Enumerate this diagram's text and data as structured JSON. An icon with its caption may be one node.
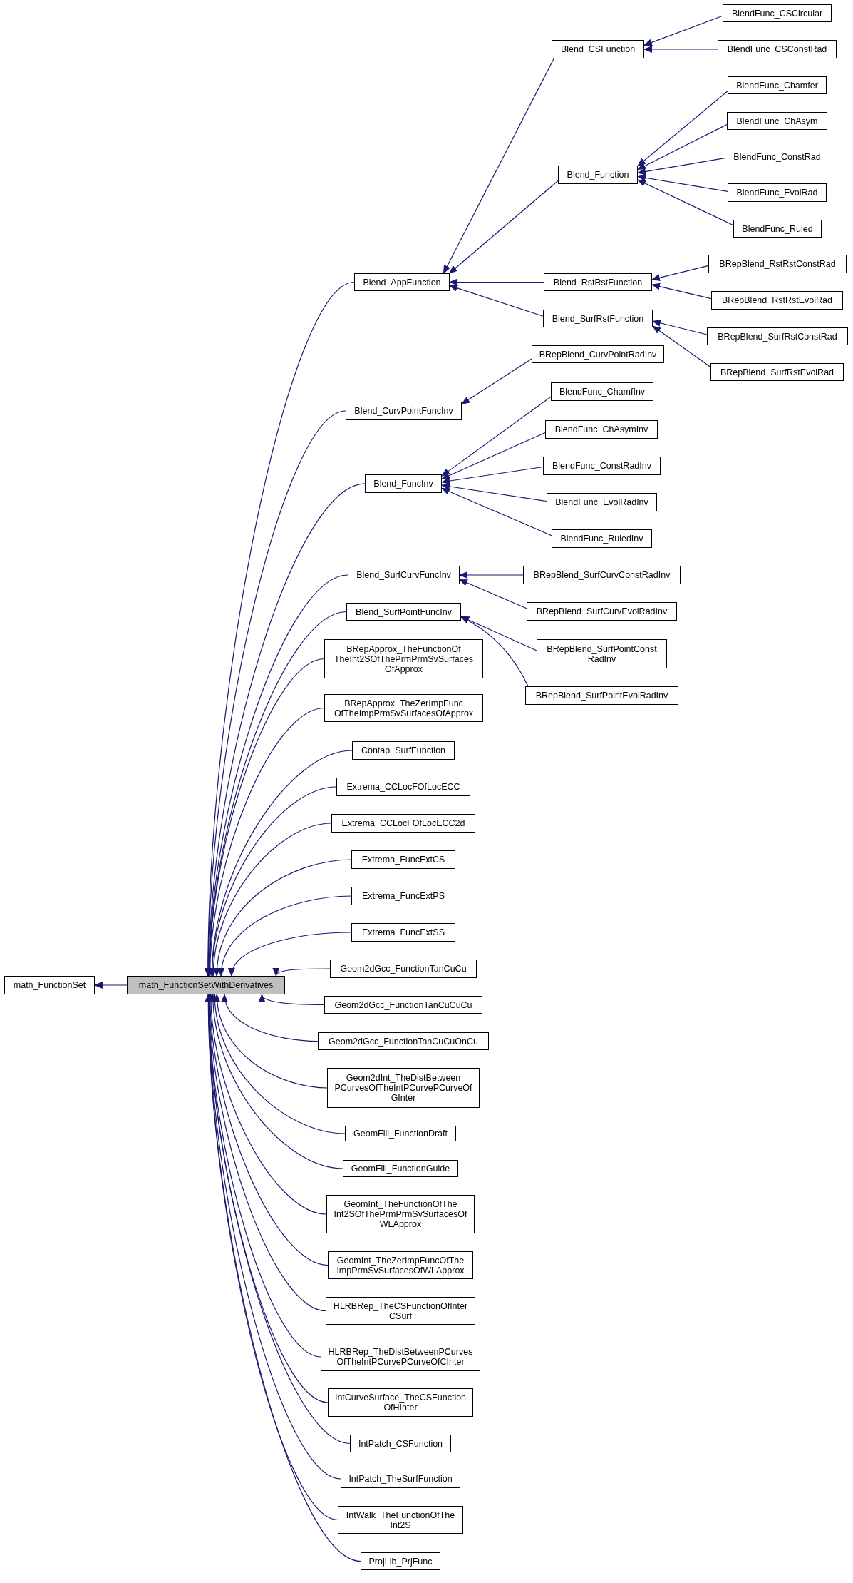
{
  "diagram": {
    "nodes": [
      {
        "text": [
          "math_FunctionSet"
        ]
      },
      {
        "text": [
          "math_FunctionSetWithDerivatives"
        ]
      },
      {
        "text": [
          "Blend_AppFunction"
        ]
      },
      {
        "text": [
          "Blend_CurvPointFuncInv"
        ]
      },
      {
        "text": [
          "Blend_FuncInv"
        ]
      },
      {
        "text": [
          "Blend_SurfCurvFuncInv"
        ]
      },
      {
        "text": [
          "Blend_SurfPointFuncInv"
        ]
      },
      {
        "text": [
          "BRepApprox_TheFunctionOf TheInt2SOfThePrmPrmSvSurfaces OfApprox"
        ]
      },
      {
        "text": [
          "BRepApprox_TheZerImpFunc OfTheImpPrmSvSurfacesOfApprox"
        ]
      },
      {
        "text": [
          "Contap_SurfFunction"
        ]
      },
      {
        "text": [
          "Extrema_CCLocFOfLocECC"
        ]
      },
      {
        "text": [
          "Extrema_CCLocFOfLocECC2d"
        ]
      },
      {
        "text": [
          "Extrema_FuncExtCS"
        ]
      },
      {
        "text": [
          "Extrema_FuncExtPS"
        ]
      },
      {
        "text": [
          "Extrema_FuncExtSS"
        ]
      },
      {
        "text": [
          "Geom2dGcc_FunctionTanCuCu"
        ]
      },
      {
        "text": [
          "Geom2dGcc_FunctionTanCuCuCu"
        ]
      },
      {
        "text": [
          "Geom2dGcc_FunctionTanCuCuOnCu"
        ]
      },
      {
        "text": [
          "Geom2dInt_TheDistBetween PCurvesOfTheIntPCurvePCurveOf GInter"
        ]
      },
      {
        "text": [
          "GeomFill_FunctionDraft"
        ]
      },
      {
        "text": [
          "GeomFill_FunctionGuide"
        ]
      },
      {
        "text": [
          "GeomInt_TheFunctionOfThe Int2SOfThePrmPrmSvSurfacesOf WLApprox"
        ]
      },
      {
        "text": [
          "GeomInt_TheZerImpFuncOfThe ImpPrmSvSurfacesOfWLApprox"
        ]
      },
      {
        "text": [
          "HLRBRep_TheCSFunctionOfInter CSurf"
        ]
      },
      {
        "text": [
          "HLRBRep_TheDistBetweenPCurves OfTheIntPCurvePCurveOfCInter"
        ]
      },
      {
        "text": [
          "IntCurveSurface_TheCSFunction OfHInter"
        ]
      },
      {
        "text": [
          "IntPatch_CSFunction"
        ]
      },
      {
        "text": [
          "IntPatch_TheSurfFunction"
        ]
      },
      {
        "text": [
          "IntWalk_TheFunctionOfThe Int2S"
        ]
      },
      {
        "text": [
          "ProjLib_PrjFunc"
        ]
      },
      {
        "text": [
          "Blend_CSFunction"
        ]
      },
      {
        "text": [
          "Blend_Function"
        ]
      },
      {
        "text": [
          "Blend_RstRstFunction"
        ]
      },
      {
        "text": [
          "Blend_SurfRstFunction"
        ]
      },
      {
        "text": [
          "BlendFunc_CSCircular"
        ]
      },
      {
        "text": [
          "BlendFunc_CSConstRad"
        ]
      },
      {
        "text": [
          "BlendFunc_Chamfer"
        ]
      },
      {
        "text": [
          "BlendFunc_ChAsym"
        ]
      },
      {
        "text": [
          "BlendFunc_ConstRad"
        ]
      },
      {
        "text": [
          "BlendFunc_EvolRad"
        ]
      },
      {
        "text": [
          "BlendFunc_Ruled"
        ]
      },
      {
        "text": [
          "BRepBlend_RstRstConstRad"
        ]
      },
      {
        "text": [
          "BRepBlend_RstRstEvolRad"
        ]
      },
      {
        "text": [
          "BRepBlend_SurfRstConstRad"
        ]
      },
      {
        "text": [
          "BRepBlend_SurfRstEvolRad"
        ]
      },
      {
        "text": [
          "BRepBlend_CurvPointRadInv"
        ]
      },
      {
        "text": [
          "BlendFunc_ChamfInv"
        ]
      },
      {
        "text": [
          "BlendFunc_ChAsymInv"
        ]
      },
      {
        "text": [
          "BlendFunc_ConstRadInv"
        ]
      },
      {
        "text": [
          "BlendFunc_EvolRadInv"
        ]
      },
      {
        "text": [
          "BlendFunc_RuledInv"
        ]
      },
      {
        "text": [
          "BRepBlend_SurfCurvConstRadInv"
        ]
      },
      {
        "text": [
          "BRepBlend_SurfCurvEvolRadInv"
        ]
      },
      {
        "text": [
          "BRepBlend_SurfPointConst RadInv"
        ]
      },
      {
        "text": [
          "BRepBlend_SurfPointEvolRadInv"
        ]
      }
    ],
    "edges": [
      {
        "from": 1,
        "to": 0,
        "arrow": "to"
      },
      {
        "from": 2,
        "to": 1,
        "arrow": "to"
      },
      {
        "from": 3,
        "to": 1,
        "arrow": "to"
      },
      {
        "from": 4,
        "to": 1,
        "arrow": "to"
      },
      {
        "from": 5,
        "to": 1,
        "arrow": "to"
      },
      {
        "from": 6,
        "to": 1,
        "arrow": "to"
      },
      {
        "from": 7,
        "to": 1,
        "arrow": "to"
      },
      {
        "from": 8,
        "to": 1,
        "arrow": "to"
      },
      {
        "from": 9,
        "to": 1,
        "arrow": "to"
      },
      {
        "from": 10,
        "to": 1,
        "arrow": "to"
      },
      {
        "from": 11,
        "to": 1,
        "arrow": "to"
      },
      {
        "from": 12,
        "to": 1,
        "arrow": "to"
      },
      {
        "from": 13,
        "to": 1,
        "arrow": "to"
      },
      {
        "from": 14,
        "to": 1,
        "arrow": "to"
      },
      {
        "from": 15,
        "to": 1,
        "arrow": "to"
      },
      {
        "from": 16,
        "to": 1,
        "arrow": "to"
      },
      {
        "from": 17,
        "to": 1,
        "arrow": "to"
      },
      {
        "from": 18,
        "to": 1,
        "arrow": "to"
      },
      {
        "from": 19,
        "to": 1,
        "arrow": "to"
      },
      {
        "from": 20,
        "to": 1,
        "arrow": "to"
      },
      {
        "from": 21,
        "to": 1,
        "arrow": "to"
      },
      {
        "from": 22,
        "to": 1,
        "arrow": "to"
      },
      {
        "from": 23,
        "to": 1,
        "arrow": "to"
      },
      {
        "from": 24,
        "to": 1,
        "arrow": "to"
      },
      {
        "from": 25,
        "to": 1,
        "arrow": "to"
      },
      {
        "from": 26,
        "to": 1,
        "arrow": "to"
      },
      {
        "from": 27,
        "to": 1,
        "arrow": "to"
      },
      {
        "from": 28,
        "to": 1,
        "arrow": "to"
      },
      {
        "from": 29,
        "to": 1,
        "arrow": "to"
      },
      {
        "from": 30,
        "to": 2,
        "arrow": "to"
      },
      {
        "from": 31,
        "to": 2,
        "arrow": "to"
      },
      {
        "from": 32,
        "to": 2,
        "arrow": "to"
      },
      {
        "from": 33,
        "to": 2,
        "arrow": "to"
      },
      {
        "from": 34,
        "to": 30,
        "arrow": "to"
      },
      {
        "from": 35,
        "to": 30,
        "arrow": "to"
      },
      {
        "from": 36,
        "to": 31,
        "arrow": "to"
      },
      {
        "from": 37,
        "to": 31,
        "arrow": "to"
      },
      {
        "from": 38,
        "to": 31,
        "arrow": "to"
      },
      {
        "from": 39,
        "to": 31,
        "arrow": "to"
      },
      {
        "from": 40,
        "to": 31,
        "arrow": "to"
      },
      {
        "from": 41,
        "to": 32,
        "arrow": "to"
      },
      {
        "from": 42,
        "to": 32,
        "arrow": "to"
      },
      {
        "from": 43,
        "to": 33,
        "arrow": "to"
      },
      {
        "from": 44,
        "to": 33,
        "arrow": "to"
      },
      {
        "from": 45,
        "to": 3,
        "arrow": "to"
      },
      {
        "from": 46,
        "to": 4,
        "arrow": "to"
      },
      {
        "from": 47,
        "to": 4,
        "arrow": "to"
      },
      {
        "from": 48,
        "to": 4,
        "arrow": "to"
      },
      {
        "from": 49,
        "to": 4,
        "arrow": "to"
      },
      {
        "from": 50,
        "to": 4,
        "arrow": "to"
      },
      {
        "from": 51,
        "to": 5,
        "arrow": "to"
      },
      {
        "from": 52,
        "to": 5,
        "arrow": "to"
      },
      {
        "from": 53,
        "to": 6,
        "arrow": "to"
      },
      {
        "from": 54,
        "to": 6,
        "arrow": "to"
      }
    ]
  }
}
